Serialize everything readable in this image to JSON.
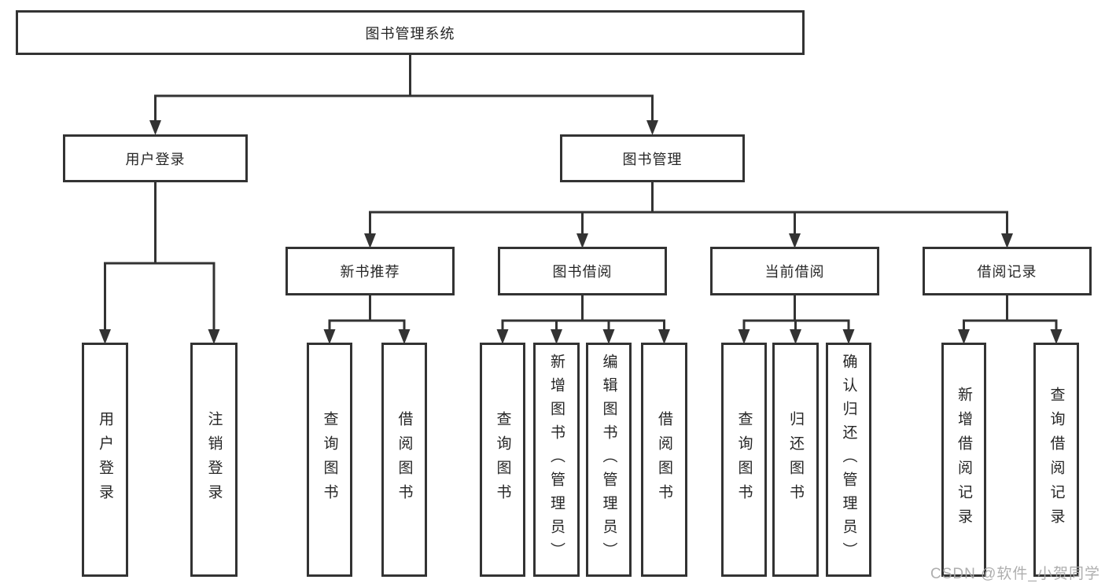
{
  "diagram": {
    "title": "图书管理系统",
    "tree": {
      "root": {
        "label": "图书管理系统"
      },
      "level2": [
        {
          "label": "用户登录",
          "children": [
            {
              "label": "用户登录"
            },
            {
              "label": "注销登录"
            }
          ]
        },
        {
          "label": "图书管理",
          "children": [
            {
              "label": "新书推荐",
              "children": [
                {
                  "label": "查询图书"
                },
                {
                  "label": "借阅图书"
                }
              ]
            },
            {
              "label": "图书借阅",
              "children": [
                {
                  "label": "查询图书"
                },
                {
                  "label": "新增图书（管理员）"
                },
                {
                  "label": "编辑图书（管理员）"
                },
                {
                  "label": "借阅图书"
                }
              ]
            },
            {
              "label": "当前借阅",
              "children": [
                {
                  "label": "查询图书"
                },
                {
                  "label": "归还图书"
                },
                {
                  "label": "确认归还（管理员）"
                }
              ]
            },
            {
              "label": "借阅记录",
              "children": [
                {
                  "label": "新增借阅记录"
                },
                {
                  "label": "查询借阅记录"
                }
              ]
            }
          ]
        }
      ]
    }
  },
  "watermark": {
    "text": "CSDN @软件_小贺同学"
  },
  "colors": {
    "line": "#333333",
    "box_border": "#333333",
    "text": "#262626",
    "background": "#ffffff",
    "watermark": "#a8a8a8"
  }
}
